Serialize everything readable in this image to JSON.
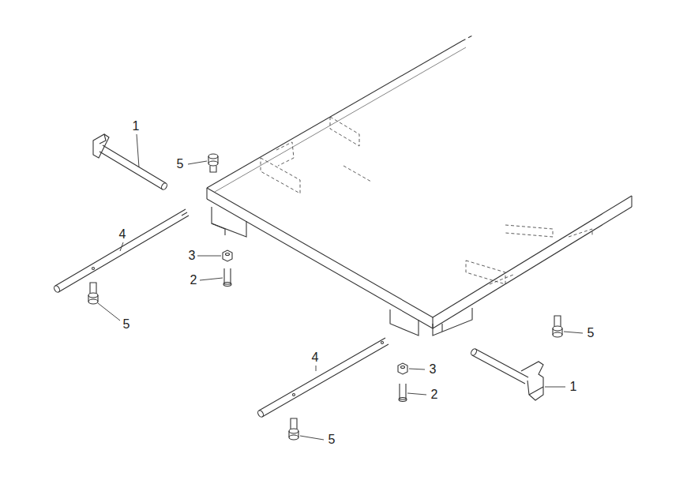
{
  "diagram": {
    "labels": [
      "1",
      "5",
      "4",
      "3",
      "2",
      "5",
      "5",
      "4",
      "3",
      "1",
      "2",
      "5"
    ]
  }
}
